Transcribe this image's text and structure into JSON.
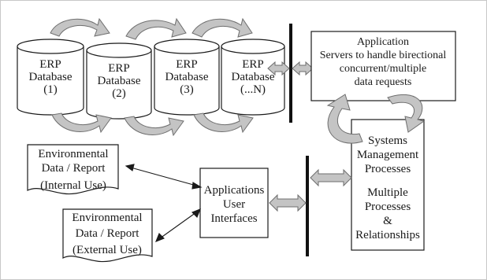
{
  "erp_databases": [
    {
      "lines": [
        "ERP",
        "Database",
        "(1)"
      ]
    },
    {
      "lines": [
        "ERP",
        "Database",
        "(2)"
      ]
    },
    {
      "lines": [
        "ERP",
        "Database",
        "(3)"
      ]
    },
    {
      "lines": [
        "ERP",
        "Database",
        "(...N)"
      ]
    }
  ],
  "application_servers": {
    "lines": [
      "Application",
      "Servers to handle birectional",
      "concurrent/multiple",
      "data requests"
    ]
  },
  "systems_management": {
    "lines": [
      "Systems",
      "Management",
      "Processes",
      "Multiple",
      "Processes",
      "&",
      "Relationships"
    ]
  },
  "applications_ui": {
    "lines": [
      "Applications",
      "User",
      "Interfaces"
    ]
  },
  "env_report_internal": {
    "lines": [
      "Environmental",
      "Data / Report",
      "(Internal Use)"
    ]
  },
  "env_report_external": {
    "lines": [
      "Environmental",
      "Data / Report",
      "(External Use)"
    ]
  },
  "colors": {
    "stroke": "#1a1a1a",
    "arrow_fill": "#c4c4c4",
    "arrow_stroke": "#6e6e6e",
    "bus_bar": "#111111"
  }
}
